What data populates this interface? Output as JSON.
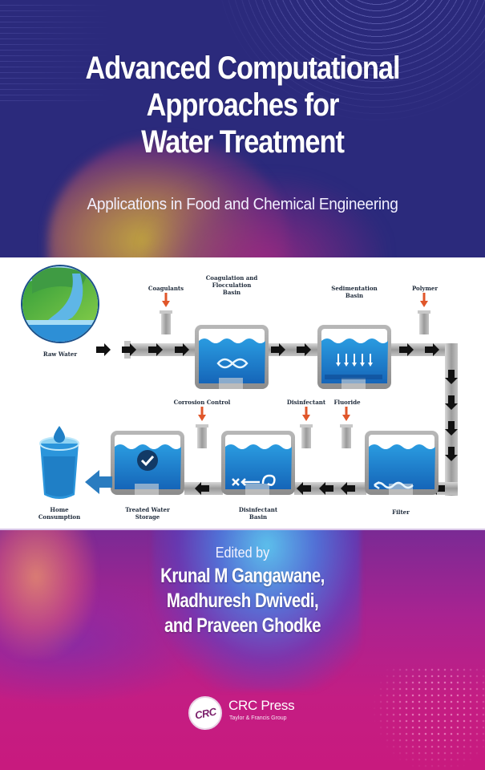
{
  "cover": {
    "title_lines": [
      "Advanced Computational",
      "Approaches for",
      "Water Treatment"
    ],
    "subtitle": "Applications in Food and Chemical Engineering",
    "edited_by": "Edited by",
    "editors": [
      "Krunal M Gangawane,",
      "Madhuresh Dwivedi,",
      "and Praveen Ghodke"
    ],
    "publisher": {
      "logo_text": "CRC",
      "name": "CRC Press",
      "group": "Taylor & Francis Group"
    },
    "colors": {
      "top_background": "#2b2a7c",
      "bottom_background": "#c41d83",
      "diagram_background": "#ffffff",
      "water_blue": "#1e88d0",
      "additive_arrow": "#e0562a"
    }
  },
  "diagram": {
    "stages_top": [
      {
        "id": "raw-water",
        "label": [
          "Raw Water"
        ]
      },
      {
        "id": "coagulants",
        "label": [
          "Coagulants"
        ]
      },
      {
        "id": "coag-floc-basin",
        "label": [
          "Coagulation and",
          "Flocculation",
          "Basin"
        ]
      },
      {
        "id": "sedimentation-basin",
        "label": [
          "Sedimentation",
          "Basin"
        ]
      },
      {
        "id": "polymer",
        "label": [
          "Polymer"
        ]
      }
    ],
    "stages_bottom": [
      {
        "id": "home-consumption",
        "label": [
          "Home",
          "Consumption"
        ]
      },
      {
        "id": "treated-water-storage",
        "label": [
          "Treated Water",
          "Storage"
        ]
      },
      {
        "id": "corrosion-control",
        "label": [
          "Corrosion Control"
        ]
      },
      {
        "id": "disinfectant-basin",
        "label": [
          "Disinfectant",
          "Basin"
        ]
      },
      {
        "id": "disinfectant",
        "label": [
          "Disinfectant"
        ]
      },
      {
        "id": "fluoride",
        "label": [
          "Fluoride"
        ]
      },
      {
        "id": "filter",
        "label": [
          "Filter"
        ]
      }
    ]
  }
}
